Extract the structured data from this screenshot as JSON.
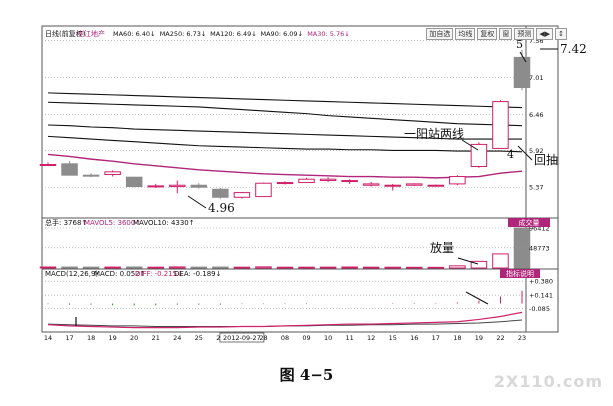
{
  "header": {
    "period": "日线(前复权)",
    "stock": "中江地产",
    "ma_labels": [
      {
        "text": "MA60: 6.40↓",
        "color": "#111111"
      },
      {
        "text": "MA250: 6.73↓",
        "color": "#111111"
      },
      {
        "text": "MA120: 6.49↓",
        "color": "#111111"
      },
      {
        "text": "MA90: 6.09↓",
        "color": "#111111"
      },
      {
        "text": "MA30: 5.76↓",
        "color": "#b0257a"
      }
    ]
  },
  "toolbar": {
    "buttons": [
      "加自选",
      "均线",
      "复权",
      "窗",
      "预测",
      "◀▶",
      "↕"
    ]
  },
  "volume_header": {
    "vol": "总手: 3768↑",
    "mavol5": "MAVOL5: 3600↑",
    "mavol10": "MAVOL10: 4330↑",
    "tag": "成交量"
  },
  "macd_header": {
    "title": "MACD(12,26,9)",
    "macd": "MACD: 0.052↑",
    "diff": "DIFF: -0.215↓",
    "dea": "DEA: -0.189↓",
    "tag": "指标说明"
  },
  "annotations": {
    "breakout": "一阳站两线",
    "pullback": "回抽",
    "volume": "放量",
    "low_price": "4.96",
    "high_price": "7.42",
    "wave_5": "5",
    "wave_4": "4"
  },
  "caption": "图 4−5",
  "watermark": "2X110.com",
  "colors": {
    "up": "#d0206a",
    "down": "#8c8c8c",
    "ma30": "#b0257a",
    "ma_long": "#111111",
    "volume_tag_bg": "#b0257a",
    "diff_line": "#d0206a"
  },
  "chart_data": {
    "type": "candlestick",
    "price_axis": {
      "ticks": [
        7.56,
        7.01,
        6.46,
        5.92,
        5.37
      ],
      "range": [
        5.0,
        7.6
      ]
    },
    "x_tick_labels": [
      "14",
      "17",
      "18",
      "19",
      "20",
      "21",
      "24",
      "25",
      "26",
      "2012-09-27",
      "28",
      "08",
      "09",
      "10",
      "11",
      "12",
      "15",
      "16",
      "17",
      "18",
      "19",
      "22",
      "23"
    ],
    "candles": [
      {
        "o": 5.71,
        "h": 5.74,
        "l": 5.7,
        "c": 5.71
      },
      {
        "o": 5.72,
        "h": 5.76,
        "l": 5.55,
        "c": 5.55
      },
      {
        "o": 5.55,
        "h": 5.58,
        "l": 5.52,
        "c": 5.54
      },
      {
        "o": 5.56,
        "h": 5.62,
        "l": 5.53,
        "c": 5.6
      },
      {
        "o": 5.52,
        "h": 5.52,
        "l": 5.37,
        "c": 5.38
      },
      {
        "o": 5.38,
        "h": 5.42,
        "l": 5.36,
        "c": 5.39
      },
      {
        "o": 5.38,
        "h": 5.47,
        "l": 5.28,
        "c": 5.4
      },
      {
        "o": 5.4,
        "h": 5.43,
        "l": 5.35,
        "c": 5.37
      },
      {
        "o": 5.34,
        "h": 5.36,
        "l": 5.2,
        "c": 5.22
      },
      {
        "o": 5.22,
        "h": 5.3,
        "l": 5.2,
        "c": 5.29
      },
      {
        "o": 5.23,
        "h": 5.44,
        "l": 5.23,
        "c": 5.43
      },
      {
        "o": 5.43,
        "h": 5.46,
        "l": 5.41,
        "c": 5.44
      },
      {
        "o": 5.44,
        "h": 5.51,
        "l": 5.44,
        "c": 5.49
      },
      {
        "o": 5.47,
        "h": 5.52,
        "l": 5.45,
        "c": 5.49
      },
      {
        "o": 5.46,
        "h": 5.49,
        "l": 5.42,
        "c": 5.47
      },
      {
        "o": 5.4,
        "h": 5.45,
        "l": 5.38,
        "c": 5.42
      },
      {
        "o": 5.4,
        "h": 5.42,
        "l": 5.32,
        "c": 5.4
      },
      {
        "o": 5.4,
        "h": 5.43,
        "l": 5.39,
        "c": 5.42
      },
      {
        "o": 5.39,
        "h": 5.41,
        "l": 5.38,
        "c": 5.4
      },
      {
        "o": 5.42,
        "h": 5.55,
        "l": 5.4,
        "c": 5.53
      },
      {
        "o": 5.68,
        "h": 6.04,
        "l": 5.66,
        "c": 6.01
      },
      {
        "o": 5.95,
        "h": 6.67,
        "l": 5.95,
        "c": 6.65
      },
      {
        "o": 7.31,
        "h": 7.42,
        "l": 6.82,
        "c": 6.86
      }
    ],
    "ma30": [
      5.86,
      5.83,
      5.79,
      5.76,
      5.72,
      5.69,
      5.66,
      5.63,
      5.61,
      5.59,
      5.57,
      5.56,
      5.55,
      5.54,
      5.53,
      5.53,
      5.52,
      5.52,
      5.51,
      5.52,
      5.53,
      5.58,
      5.61
    ],
    "ma_long": [
      [
        6.78,
        6.77,
        6.76,
        6.75,
        6.74,
        6.73,
        6.72,
        6.71,
        6.7,
        6.69,
        6.68,
        6.67,
        6.66,
        6.65,
        6.64,
        6.63,
        6.62,
        6.61,
        6.6,
        6.59,
        6.58,
        6.57,
        6.56
      ],
      [
        6.64,
        6.63,
        6.62,
        6.61,
        6.6,
        6.59,
        6.58,
        6.57,
        6.55,
        6.53,
        6.51,
        6.49,
        6.47,
        6.44,
        6.42,
        6.4,
        6.38,
        6.36,
        6.34,
        6.32,
        6.31,
        6.3,
        6.29
      ],
      [
        6.3,
        6.29,
        6.27,
        6.26,
        6.24,
        6.23,
        6.22,
        6.21,
        6.2,
        6.19,
        6.18,
        6.17,
        6.16,
        6.15,
        6.14,
        6.13,
        6.12,
        6.11,
        6.1,
        6.09,
        6.09,
        6.09,
        6.09
      ],
      [
        6.13,
        6.11,
        6.09,
        6.07,
        6.05,
        6.03,
        6.01,
        5.99,
        5.98,
        5.97,
        5.96,
        5.95,
        5.94,
        5.94,
        5.93,
        5.93,
        5.92,
        5.92,
        5.92,
        5.91,
        5.91,
        5.91,
        5.9
      ]
    ],
    "volume_axis": {
      "ticks": [
        96412,
        48773
      ],
      "max": 96412
    },
    "volume": [
      2400,
      2300,
      2100,
      2200,
      2500,
      2000,
      2600,
      2100,
      2300,
      2000,
      2800,
      1900,
      2000,
      2100,
      2400,
      2000,
      1900,
      1700,
      1600,
      5200,
      16000,
      34000,
      98000
    ],
    "macd_axis": {
      "ticks": [
        0.38,
        0.141,
        -0.085
      ],
      "range": [
        -0.45,
        0.4
      ]
    },
    "macd_hist": [
      -0.01,
      -0.02,
      -0.02,
      -0.03,
      -0.03,
      -0.03,
      -0.02,
      -0.02,
      -0.02,
      -0.01,
      -0.01,
      -0.01,
      -0.01,
      0.0,
      0.0,
      0.0,
      0.01,
      0.01,
      0.01,
      0.02,
      0.05,
      0.12,
      0.22
    ],
    "diff": [
      -0.36,
      -0.38,
      -0.39,
      -0.4,
      -0.41,
      -0.41,
      -0.41,
      -0.4,
      -0.4,
      -0.39,
      -0.39,
      -0.38,
      -0.37,
      -0.36,
      -0.35,
      -0.35,
      -0.34,
      -0.33,
      -0.32,
      -0.31,
      -0.27,
      -0.22,
      -0.15
    ],
    "dea": [
      -0.35,
      -0.36,
      -0.37,
      -0.38,
      -0.38,
      -0.39,
      -0.39,
      -0.39,
      -0.39,
      -0.39,
      -0.39,
      -0.38,
      -0.38,
      -0.37,
      -0.37,
      -0.36,
      -0.36,
      -0.35,
      -0.35,
      -0.34,
      -0.33,
      -0.31,
      -0.28
    ]
  }
}
